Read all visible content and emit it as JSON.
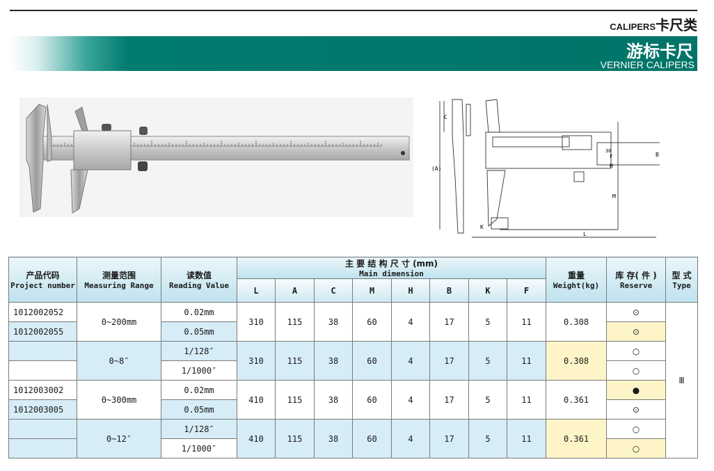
{
  "header": {
    "category_en": "CALIPERS",
    "category_cn": "卡尺类",
    "title_cn": "游标卡尺",
    "title_en": "VERNIER CALIPERS"
  },
  "drawing_labels": {
    "c": "C",
    "a": "(A)",
    "k": "K",
    "l": "L",
    "m": "M",
    "h": "H",
    "b": "B",
    "f": "F",
    "t": "30"
  },
  "table": {
    "headers": {
      "product_cn": "产品代码",
      "product_en": "Project number",
      "range_cn": "测量范围",
      "range_en": "Measuring Range",
      "reading_cn": "读数值",
      "reading_en": "Reading Value",
      "dim_cn": "主 要 结 构 尺 寸 (mm)",
      "dim_en": "Main dimension",
      "weight_cn": "重量",
      "weight_en": "Weight(kg)",
      "reserve_cn": "库 存( 件 )",
      "reserve_en": "Reserve",
      "type_cn": "型 式",
      "type_en": "Type"
    },
    "dim_cols": [
      "L",
      "A",
      "C",
      "M",
      "H",
      "B",
      "K",
      "F"
    ],
    "groups": [
      {
        "range": "0~200mm",
        "dims": [
          "310",
          "115",
          "38",
          "60",
          "4",
          "17",
          "5",
          "11"
        ],
        "weight": "0.308",
        "rows": [
          {
            "code": "1012002052",
            "reading": "0.02mm",
            "reserve": "⊙"
          },
          {
            "code": "1012002055",
            "reading": "0.05mm",
            "reserve": "⊙"
          }
        ]
      },
      {
        "range": "0~8″",
        "dims": [
          "310",
          "115",
          "38",
          "60",
          "4",
          "17",
          "5",
          "11"
        ],
        "weight": "0.308",
        "rows": [
          {
            "code": "",
            "reading": "1/128″",
            "reserve": "○"
          },
          {
            "code": "",
            "reading": "1/1000″",
            "reserve": "○"
          }
        ]
      },
      {
        "range": "0~300mm",
        "dims": [
          "410",
          "115",
          "38",
          "60",
          "4",
          "17",
          "5",
          "11"
        ],
        "weight": "0.361",
        "rows": [
          {
            "code": "1012003002",
            "reading": "0.02mm",
            "reserve": "●"
          },
          {
            "code": "1012003005",
            "reading": "0.05mm",
            "reserve": "⊙"
          }
        ]
      },
      {
        "range": "0~12″",
        "dims": [
          "410",
          "115",
          "38",
          "60",
          "4",
          "17",
          "5",
          "11"
        ],
        "weight": "0.361",
        "rows": [
          {
            "code": "",
            "reading": "1/128″",
            "reserve": "○"
          },
          {
            "code": "",
            "reading": "1/1000″",
            "reserve": "○"
          }
        ]
      }
    ],
    "type": "Ⅲ"
  }
}
